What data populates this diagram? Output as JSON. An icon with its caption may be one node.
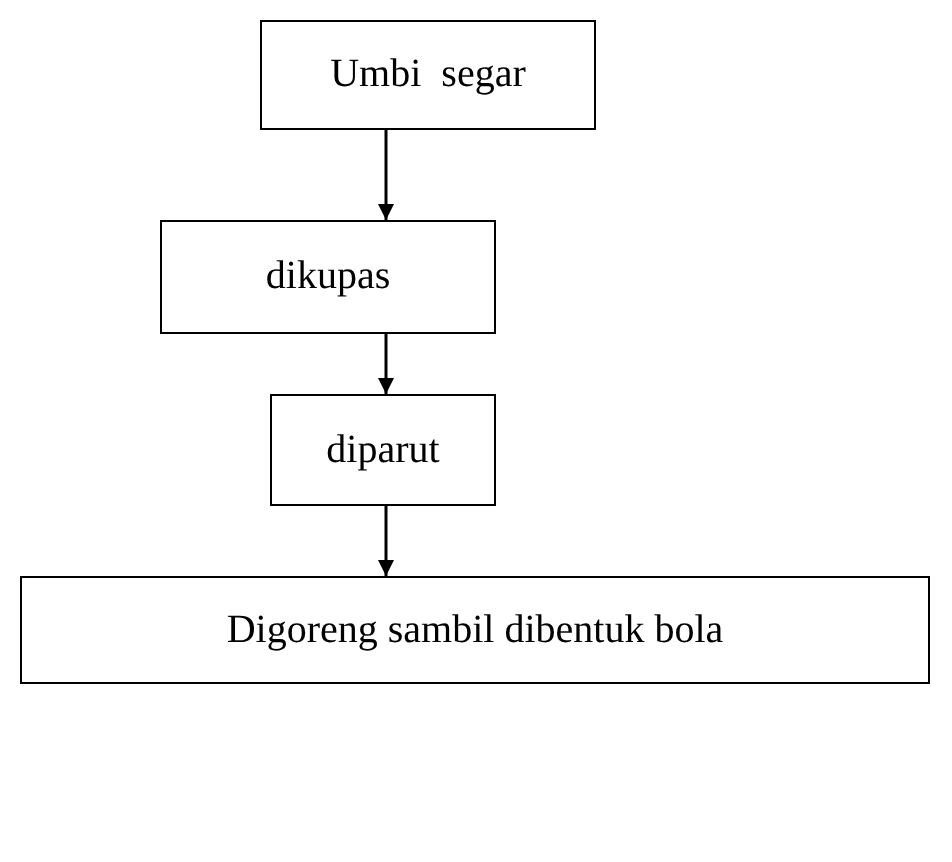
{
  "diagram": {
    "nodes": [
      {
        "text": [
          "Umbi  segar"
        ]
      },
      {
        "text": [
          "dikupas"
        ]
      },
      {
        "text": [
          "diparut"
        ]
      },
      {
        "text": [
          "Digoreng sambil dibentuk bola"
        ]
      }
    ],
    "edges": [
      {
        "from": 0,
        "to": 1,
        "arrow": "to"
      },
      {
        "from": 1,
        "to": 2,
        "arrow": "to"
      },
      {
        "from": 2,
        "to": 3,
        "arrow": "to"
      }
    ]
  }
}
